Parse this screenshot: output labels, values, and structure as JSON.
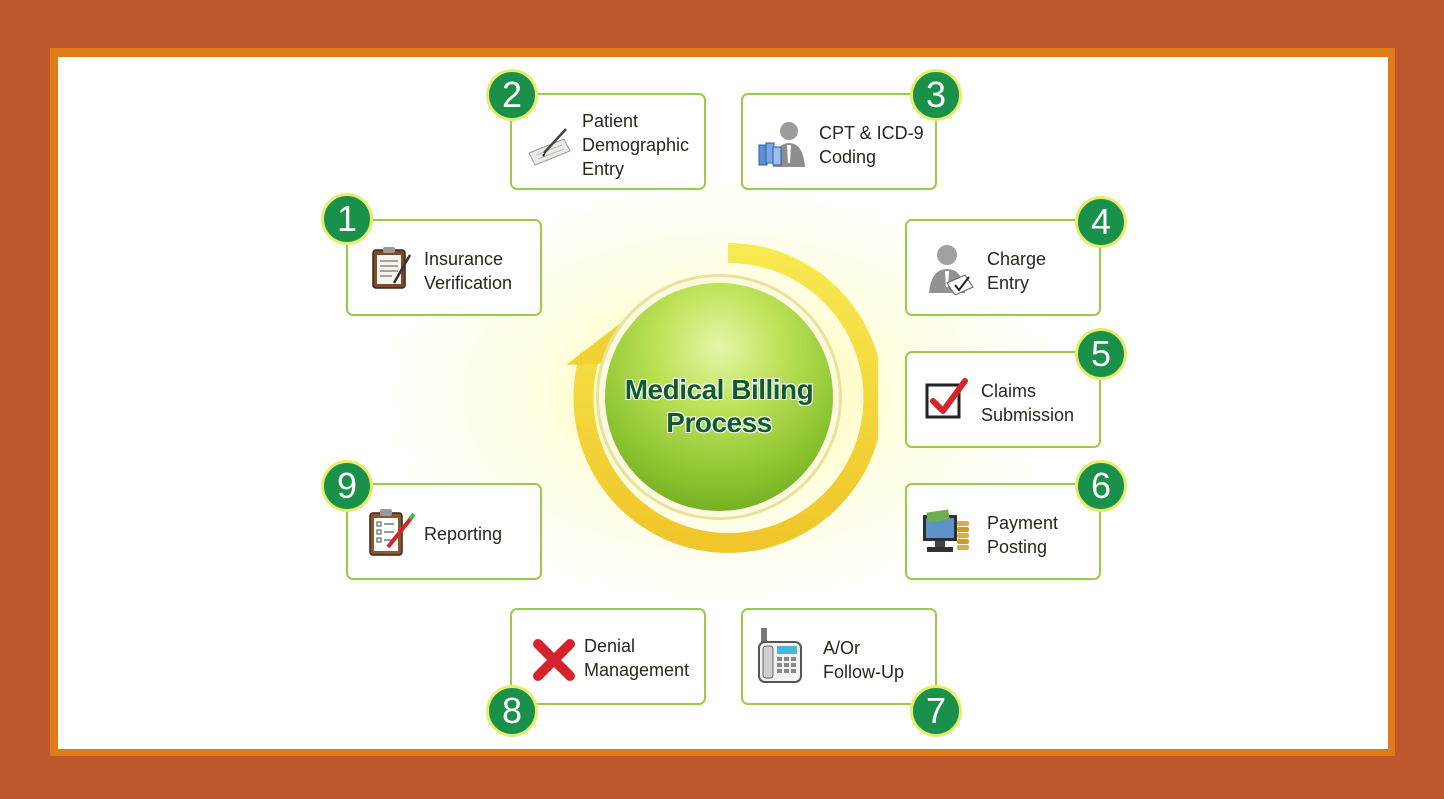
{
  "diagram": {
    "title_line1": "Medical Billing",
    "title_line2": "Process",
    "colors": {
      "background": "#bf582c",
      "frame": "#e07c17",
      "box_border": "#97ce47",
      "badge": "#19914a",
      "badge_ring": "#e8ec6d",
      "title": "#0f5a2e"
    },
    "steps": [
      {
        "number": "1",
        "line1": "Insurance",
        "line2": "Verification",
        "line3": "",
        "icon": "clipboard-icon"
      },
      {
        "number": "2",
        "line1": "Patient",
        "line2": "Demographic",
        "line3": "Entry",
        "icon": "pen-keyboard-icon"
      },
      {
        "number": "3",
        "line1": "CPT & ICD-9",
        "line2": "Coding",
        "line3": "",
        "icon": "person-documents-icon"
      },
      {
        "number": "4",
        "line1": "Charge",
        "line2": "Entry",
        "line3": "",
        "icon": "person-check-icon"
      },
      {
        "number": "5",
        "line1": "Claims",
        "line2": "Submission",
        "line3": "",
        "icon": "checkbox-icon"
      },
      {
        "number": "6",
        "line1": "Payment",
        "line2": "Posting",
        "line3": "",
        "icon": "monitor-money-icon"
      },
      {
        "number": "7",
        "line1": "A/Or",
        "line2": "Follow-Up",
        "line3": "",
        "icon": "phone-icon"
      },
      {
        "number": "8",
        "line1": "Denial",
        "line2": "Management",
        "line3": "",
        "icon": "red-x-icon"
      },
      {
        "number": "9",
        "line1": "Reporting",
        "line2": "",
        "line3": "",
        "icon": "checklist-icon"
      }
    ]
  }
}
